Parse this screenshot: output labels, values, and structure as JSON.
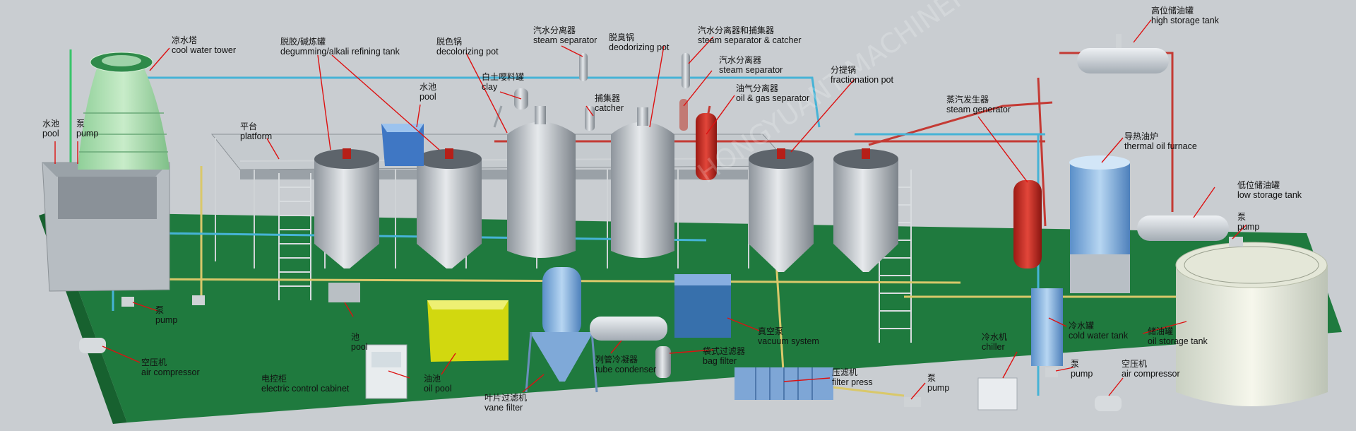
{
  "watermark": "HONGYUANT MACHINERY",
  "labels": [
    {
      "id": "cool-water-tower",
      "zh": "凉水塔",
      "en": "cool water tower"
    },
    {
      "id": "degumming-tank",
      "zh": "脱胶/碱炼罐",
      "en": "degumming/alkali refining tank"
    },
    {
      "id": "decolorizing-pot",
      "zh": "脱色锅",
      "en": "decolorizing pot"
    },
    {
      "id": "steam-separator-1",
      "zh": "汽水分离器",
      "en": "steam separator"
    },
    {
      "id": "deodorizing-pot",
      "zh": "脱臭锅",
      "en": "deodorizing pot"
    },
    {
      "id": "steam-separator-catcher",
      "zh": "汽水分离器和捕集器",
      "en": "steam separator & catcher"
    },
    {
      "id": "high-storage-tank",
      "zh": "高位储油罐",
      "en": "high storage tank"
    },
    {
      "id": "pool-left",
      "zh": "水池",
      "en": "pool"
    },
    {
      "id": "pump-left",
      "zh": "泵",
      "en": "pump"
    },
    {
      "id": "platform",
      "zh": "平台",
      "en": "platform"
    },
    {
      "id": "pool-center",
      "zh": "水池",
      "en": "pool"
    },
    {
      "id": "clay",
      "zh": "白土嘤料罐",
      "en": "clay"
    },
    {
      "id": "catcher",
      "zh": "捕集器",
      "en": "catcher"
    },
    {
      "id": "steam-separator-2",
      "zh": "汽水分离器",
      "en": "steam separator"
    },
    {
      "id": "oil-gas-separator",
      "zh": "油气分离器",
      "en": "oil & gas separator"
    },
    {
      "id": "fractionation-pot",
      "zh": "分提锅",
      "en": "fractionation pot"
    },
    {
      "id": "steam-generator",
      "zh": "蒸汽发生器",
      "en": "steam generator"
    },
    {
      "id": "thermal-oil-furnace",
      "zh": "导热油炉",
      "en": "thermal oil furnace"
    },
    {
      "id": "low-storage-tank",
      "zh": "低位储油罐",
      "en": "low storage tank"
    },
    {
      "id": "pump-right",
      "zh": "泵",
      "en": "pump"
    },
    {
      "id": "pump-mid",
      "zh": "泵",
      "en": "pump"
    },
    {
      "id": "air-compressor-left",
      "zh": "空压机",
      "en": "air compressor"
    },
    {
      "id": "pool-bottom",
      "zh": "池",
      "en": "pool"
    },
    {
      "id": "electric-cabinet",
      "zh": "电控柜",
      "en": "electric control cabinet"
    },
    {
      "id": "oil-pool",
      "zh": "油池",
      "en": "oil pool"
    },
    {
      "id": "vane-filter",
      "zh": "叶片过滤机",
      "en": "vane filter"
    },
    {
      "id": "tube-condenser",
      "zh": "列管冷凝器",
      "en": "tube condenser"
    },
    {
      "id": "bag-filter",
      "zh": "袋式过滤器",
      "en": "bag filter"
    },
    {
      "id": "vacuum-system",
      "zh": "真空泵",
      "en": "vacuum system"
    },
    {
      "id": "filter-press",
      "zh": "压滤机",
      "en": "filter press"
    },
    {
      "id": "pump-bottom",
      "zh": "泵",
      "en": "pump"
    },
    {
      "id": "chiller",
      "zh": "冷水机",
      "en": "chiller"
    },
    {
      "id": "cold-water-tank",
      "zh": "冷水罐",
      "en": "cold water tank"
    },
    {
      "id": "pump-right-bottom",
      "zh": "泵",
      "en": "pump"
    },
    {
      "id": "air-compressor-right",
      "zh": "空压机",
      "en": "air compressor"
    },
    {
      "id": "oil-storage-tank",
      "zh": "储油罐",
      "en": "oil storage tank"
    }
  ]
}
